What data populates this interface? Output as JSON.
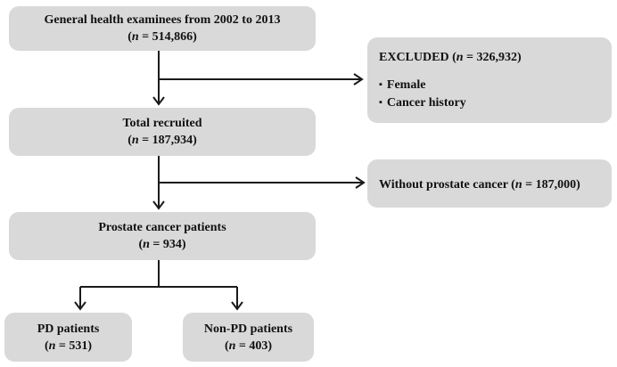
{
  "tokens": {
    "open_paren": "(",
    "n_var": "n",
    "equals": "=",
    "close_paren": ")",
    "bullet": "▪"
  },
  "flowchart": {
    "examinees": {
      "title": "General health examinees from 2002 to 2013",
      "n_value": "514,866"
    },
    "excluded": {
      "title": "EXCLUDED",
      "n_value": "326,932",
      "items": [
        "Female",
        "Cancer history"
      ]
    },
    "recruited": {
      "title": "Total recruited",
      "n_value": "187,934"
    },
    "without_pc": {
      "title": "Without prostate cancer",
      "n_value": "187,000"
    },
    "pc_patients": {
      "title": "Prostate cancer patients",
      "n_value": "934"
    },
    "pd": {
      "title": "PD patients",
      "n_value": "531"
    },
    "non_pd": {
      "title": "Non-PD patients",
      "n_value": "403"
    }
  },
  "colors": {
    "box_fill": "#d9d9d9",
    "line": "#1a1a1a",
    "text": "#111111",
    "background": "#ffffff"
  }
}
